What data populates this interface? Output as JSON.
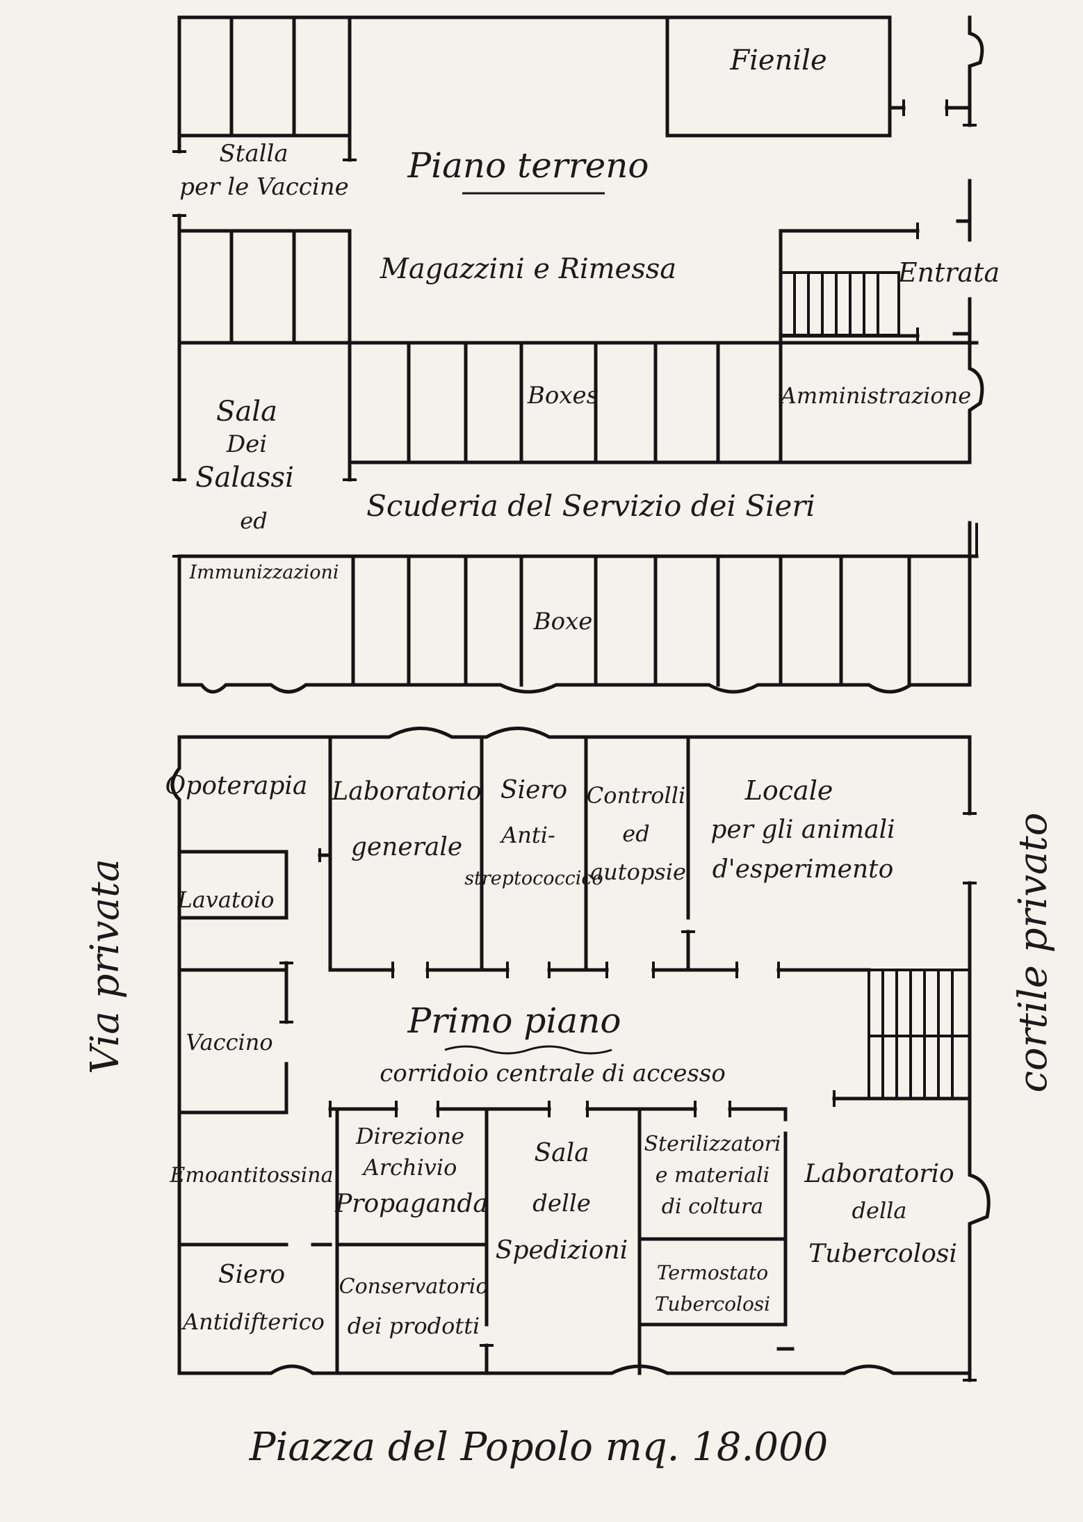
{
  "plan": {
    "ground_floor": {
      "title": "Piano terreno",
      "rooms": {
        "fienile": "Fienile",
        "stalla_1": "Stalla",
        "stalla_2": "per le Vaccine",
        "magazzini": "Magazzini e Rimessa",
        "entrata": "Entrata",
        "boxes": "Boxes",
        "amministrazione": "Amministrazione",
        "salassi_1": "Sala",
        "salassi_2": "Dei",
        "salassi_3": "Salassi",
        "salassi_4": "ed",
        "immunizzazioni": "Immunizzazioni",
        "scuderia": "Scuderia del Servizio dei Sieri",
        "boxe": "Boxe"
      }
    },
    "first_floor": {
      "title": "Primo piano",
      "corridor": "corridoio centrale di accesso",
      "rooms": {
        "opoterapia": "Opoterapia",
        "lavatoio": "Lavatoio",
        "vaccino": "Vaccino",
        "lab_generale_1": "Laboratorio",
        "lab_generale_2": "generale",
        "siero_anti_1": "Siero",
        "siero_anti_2": "Anti-",
        "siero_anti_3": "streptococcico",
        "controlli_1": "Controlli",
        "controlli_2": "ed",
        "controlli_3": "autopsie",
        "locale_1": "Locale",
        "locale_2": "per gli animali",
        "locale_3": "d'esperimento",
        "emoantitossina": "Emoantitossina",
        "direzione_1": "Direzione",
        "direzione_2": "Archivio",
        "direzione_3": "Propaganda",
        "sala_sped_1": "Sala",
        "sala_sped_2": "delle",
        "sala_sped_3": "Spedizioni",
        "steril_1": "Sterilizzatori",
        "steril_2": "e materiali",
        "steril_3": "di coltura",
        "lab_tuber_1": "Laboratorio",
        "lab_tuber_2": "della",
        "lab_tuber_3": "Tubercolosi",
        "siero_antidift_1": "Siero",
        "siero_antidift_2": "Antidifterico",
        "conservatorio_1": "Conservatorio",
        "conservatorio_2": "dei prodotti",
        "termostato_1": "Termostato",
        "termostato_2": "Tubercolosi"
      }
    },
    "side_labels": {
      "left": "Via privata",
      "right": "cortile privato"
    },
    "footer": "Piazza del Popolo mq. 18.000"
  }
}
